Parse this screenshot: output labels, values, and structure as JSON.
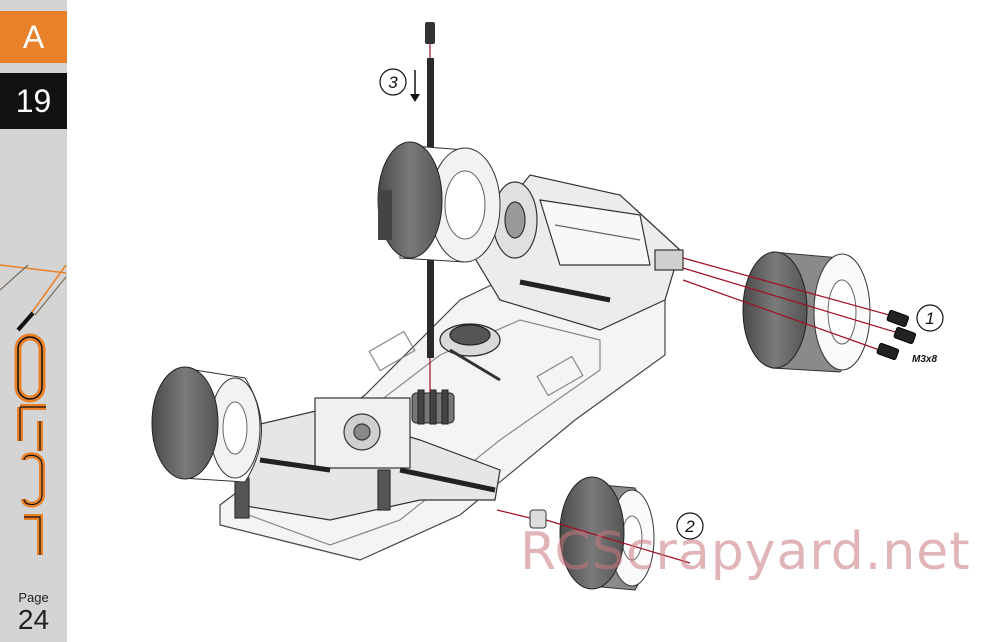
{
  "sidebar": {
    "section": "A",
    "step": "19",
    "page_label": "Page",
    "page_number": "24",
    "logo": "logo"
  },
  "callouts": {
    "one": "1",
    "two": "2",
    "three": "3",
    "screw_size": "M3x8"
  },
  "watermark": "RCScrapyard.net",
  "colors": {
    "accent_orange": "#e8812a",
    "sidebar_gray": "#d4d4d4",
    "step_black": "#111111",
    "guide_line": "#a01024"
  }
}
